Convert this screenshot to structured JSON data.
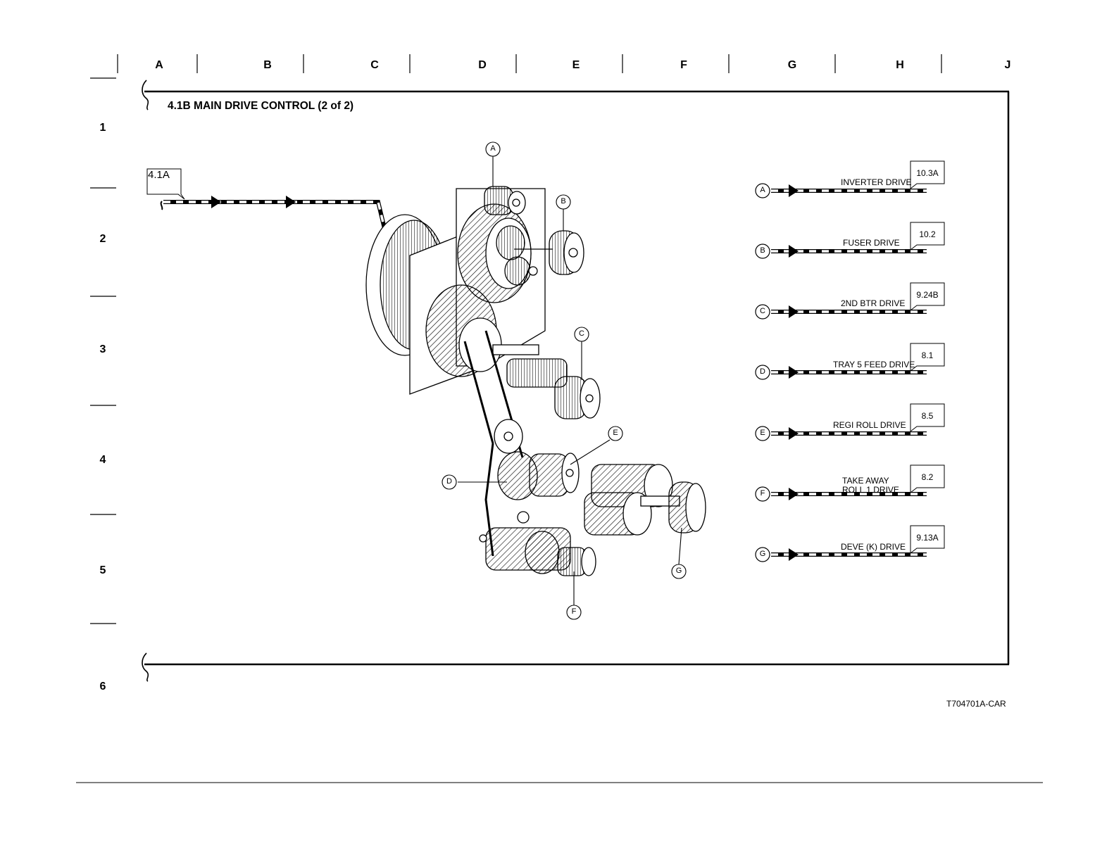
{
  "grid": {
    "columns": [
      "A",
      "B",
      "C",
      "D",
      "E",
      "F",
      "G",
      "H",
      "J"
    ],
    "rows": [
      "1",
      "2",
      "3",
      "4",
      "5",
      "6"
    ]
  },
  "title": "4.1B MAIN DRIVE CONTROL (2 of 2)",
  "input_reference": "4.1A",
  "drives": [
    {
      "letter": "A",
      "label": "INVERTER DRIVE",
      "ref": "10.3A"
    },
    {
      "letter": "B",
      "label": "FUSER DRIVE",
      "ref": "10.2"
    },
    {
      "letter": "C",
      "label": "2ND BTR DRIVE",
      "ref": "9.24B"
    },
    {
      "letter": "D",
      "label": "TRAY 5 FEED DRIVE",
      "ref": "8.1"
    },
    {
      "letter": "E",
      "label": "REGI ROLL DRIVE",
      "ref": "8.5"
    },
    {
      "letter": "F",
      "label": "TAKE AWAY\nROLL 1 DRIVE",
      "ref": "8.2"
    },
    {
      "letter": "G",
      "label": "DEVE (K) DRIVE",
      "ref": "9.13A"
    }
  ],
  "figure_id": "T704701A-CAR"
}
